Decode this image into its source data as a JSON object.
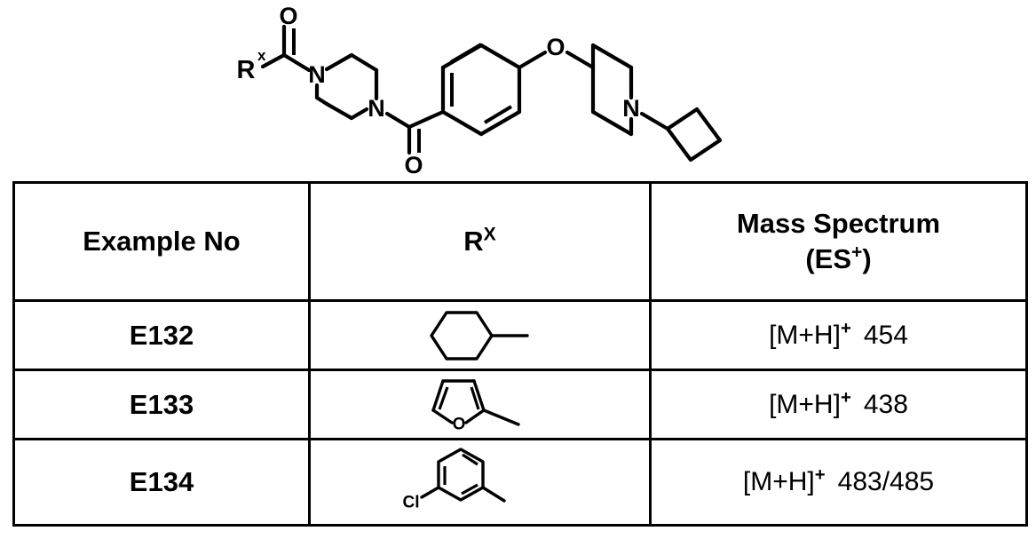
{
  "figure": {
    "name": "markush-scaffold",
    "description": "Generic acylated piperazine benzoyl phenoxy piperidine cyclobutyl scaffold",
    "rgroup_label": "R",
    "rgroup_superscript": "x",
    "atom_labels": {
      "amide_oxygen_top": "O",
      "piperazine_n_left": "N",
      "piperazine_n_right": "N",
      "benzoyl_oxygen": "O",
      "ether_oxygen": "O",
      "piperidine_n": "N"
    }
  },
  "table": {
    "name": "examples-table",
    "columns": [
      {
        "key": "example_no",
        "label": "Example No"
      },
      {
        "key": "rx",
        "label": "R",
        "superscript": "X"
      },
      {
        "key": "mass_spectrum",
        "label_line1": "Mass Spectrum",
        "label_line2": "(ES",
        "label_line2_sup": "+",
        "label_line2_end": ")"
      }
    ],
    "rows": [
      {
        "example_no": "E132",
        "rx_structure": "cyclohexyl",
        "rx_atom_labels": [],
        "ms_adduct": "[M+H]",
        "ms_adduct_sup": "+",
        "ms_value": "454"
      },
      {
        "example_no": "E133",
        "rx_structure": "furan-2-yl",
        "rx_atom_labels": [
          "O"
        ],
        "ms_adduct": "[M+H]",
        "ms_adduct_sup": "+",
        "ms_value": "438"
      },
      {
        "example_no": "E134",
        "rx_structure": "3-chlorophenyl",
        "rx_atom_labels": [
          "Cl"
        ],
        "ms_adduct": "[M+H]",
        "ms_adduct_sup": "+",
        "ms_value": "483/485"
      }
    ]
  },
  "colors": {
    "ink": "#000000",
    "page": "#ffffff"
  }
}
